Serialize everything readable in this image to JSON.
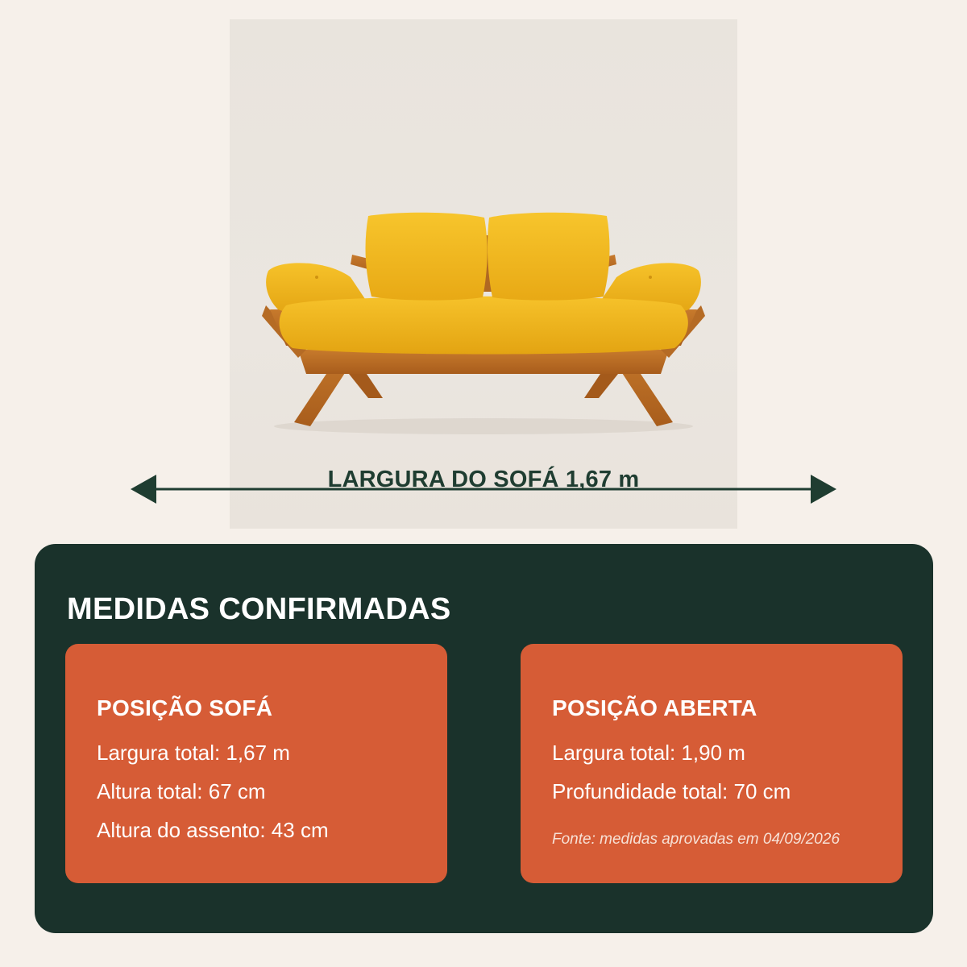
{
  "dimension": {
    "label": "LARGURA DO SOFÁ 1,67 m"
  },
  "panel": {
    "title": "MEDIDAS CONFIRMADAS",
    "cards": [
      {
        "title": "POSIÇÃO SOFÁ",
        "lines": [
          "Largura total: 1,67 m",
          "Altura total: 67 cm",
          "Altura do assento: 43 cm"
        ]
      },
      {
        "title": "POSIÇÃO ABERTA",
        "lines": [
          "Largura total: 1,90 m",
          "Profundidade total: 70 cm"
        ],
        "note": "Fonte: medidas aprovadas em 04/09/2026"
      }
    ]
  },
  "colors": {
    "background": "#f6f0ea",
    "panel": "#1a322b",
    "card": "#d65c36",
    "sofa_cushion": "#f2b51e",
    "sofa_wood": "#b86a22",
    "arrow": "#1f3d31"
  }
}
